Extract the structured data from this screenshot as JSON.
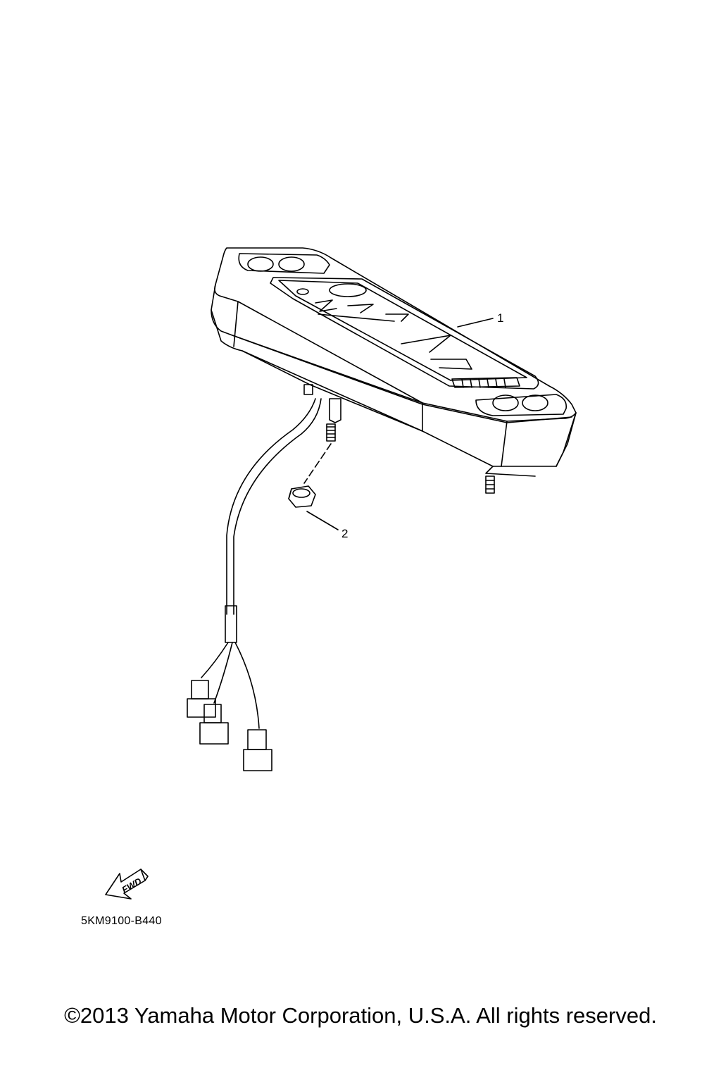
{
  "diagram": {
    "callouts": [
      {
        "label": "1"
      },
      {
        "label": "2"
      }
    ],
    "fwd_label": "FWD",
    "part_code": "5KM9100-B440",
    "line_color": "#000000",
    "background": "#ffffff"
  },
  "footer": {
    "copyright": "©2013 Yamaha Motor Corporation, U.S.A. All rights reserved."
  }
}
